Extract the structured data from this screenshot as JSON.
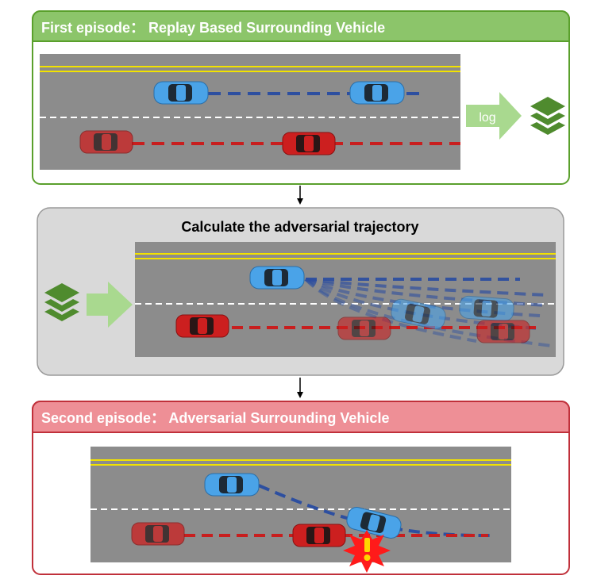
{
  "panels": {
    "first": {
      "title": "First episode： Replay Based Surrounding Vehicle",
      "log_label": "log",
      "header_color": "#8cc56a",
      "border_color": "#5aa02c"
    },
    "middle": {
      "title": "Calculate the adversarial trajectory",
      "background_color": "#d9d9d9"
    },
    "second": {
      "title": "Second episode： Adversarial Surrounding Vehicle",
      "header_color": "#ee8f96",
      "border_color": "#c0303a"
    }
  },
  "colors": {
    "road": "#8c8c8c",
    "lane_yellow": "#f2e200",
    "lane_white": "#ffffff",
    "blue_car": "#4aa3e8",
    "red_car": "#cc1f1f",
    "blue_traj": "#2d4fa0",
    "red_traj": "#c81e1e",
    "arrow_green": "#a9d98f",
    "stack_green": "#4f8b2e",
    "collision_red": "#ff1a1a",
    "collision_yellow": "#ffd400"
  },
  "icons": {
    "log_stack": "stack-layers-icon",
    "collision": "collision-burst-icon"
  }
}
